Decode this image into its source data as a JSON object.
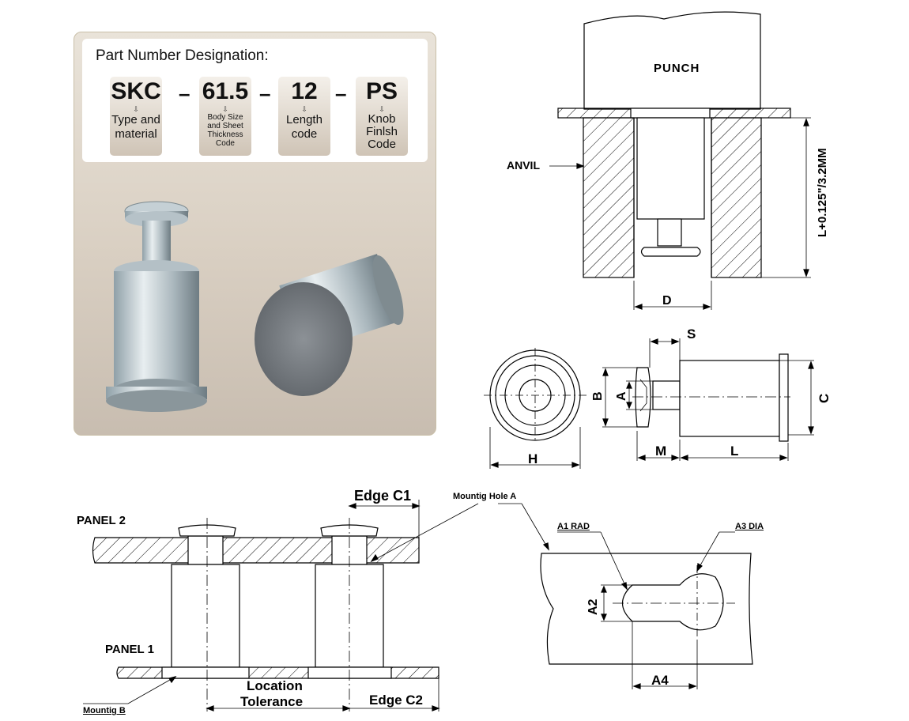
{
  "designation": {
    "title": "Part Number Designation:",
    "codes": [
      {
        "code": "SKC",
        "desc": "Type and material"
      },
      {
        "code": "61.5",
        "desc": "Body Size and Sheet Thickness Code"
      },
      {
        "code": "12",
        "desc": "Length code"
      },
      {
        "code": "PS",
        "desc": "Knob Finlsh Code"
      }
    ],
    "arrow": "⇩",
    "separator": "–"
  },
  "install_view": {
    "punch": "PUNCH",
    "anvil": "ANVIL",
    "dim_d": "D",
    "dim_length": "L+0.125\"/3.2MM"
  },
  "dimension_view": {
    "s": "S",
    "b": "B",
    "a": "A",
    "c": "C",
    "h": "H",
    "m": "M",
    "l": "L"
  },
  "panel_view": {
    "panel2": "PANEL 2",
    "panel1": "PANEL 1",
    "edge_c1": "Edge C1",
    "edge_c2": "Edge C2",
    "mounting_hole_a": "Mountig Hole A",
    "mounting_b": "Mountig  B",
    "location_tolerance_1": "Location",
    "location_tolerance_2": "Tolerance"
  },
  "hole_view": {
    "a1": "A1 RAD",
    "a3": "A3 DIA",
    "a2": "A2",
    "a4": "A4"
  }
}
